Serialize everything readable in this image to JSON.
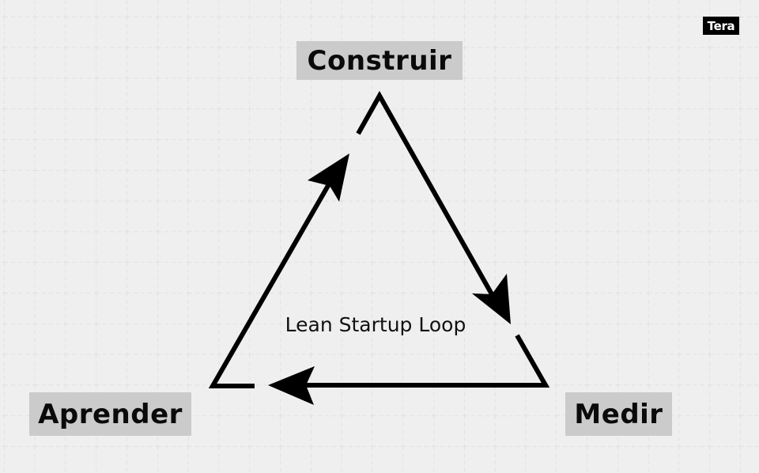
{
  "brand": {
    "logo_text": "Tera"
  },
  "diagram": {
    "title": "Lean Startup Loop",
    "nodes": [
      {
        "id": "construir",
        "label": "Construir",
        "position": "top"
      },
      {
        "id": "medir",
        "label": "Medir",
        "position": "bottom-right"
      },
      {
        "id": "aprender",
        "label": "Aprender",
        "position": "bottom-left"
      }
    ],
    "edges": [
      {
        "from": "construir",
        "to": "medir",
        "direction": "clockwise"
      },
      {
        "from": "medir",
        "to": "aprender",
        "direction": "clockwise"
      },
      {
        "from": "aprender",
        "to": "construir",
        "direction": "clockwise"
      }
    ]
  },
  "colors": {
    "background": "#efefef",
    "grid": "#d8d8d8",
    "label_box": "#cbcbcb",
    "stroke": "#000000",
    "logo_bg": "#000000",
    "logo_text": "#ffffff"
  }
}
